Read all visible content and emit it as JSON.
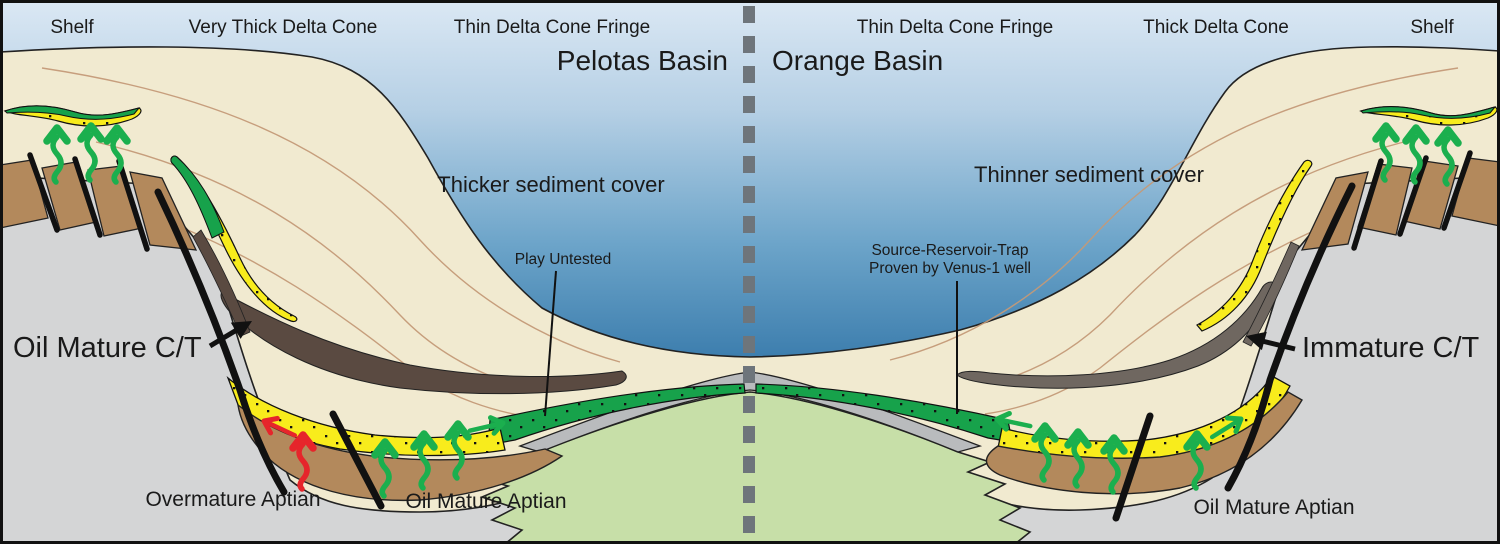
{
  "zones": {
    "left": [
      "Shelf",
      "Very Thick Delta Cone",
      "Thin Delta Cone Fringe"
    ],
    "right": [
      "Thin Delta Cone Fringe",
      "Thick Delta Cone",
      "Shelf"
    ]
  },
  "basins": {
    "left": "Pelotas Basin",
    "right": "Orange Basin"
  },
  "annotations": {
    "thicker_cover": "Thicker sediment cover",
    "thinner_cover": "Thinner sediment cover",
    "play_untested": "Play Untested",
    "venus_line1": "Source-Reservoir-Trap",
    "venus_line2": "Proven by Venus-1 well",
    "oil_mature_ct": "Oil Mature C/T",
    "immature_ct": "Immature C/T",
    "overmature_aptian": "Overmature Aptian",
    "oil_mature_aptian_left": "Oil Mature Aptian",
    "oil_mature_aptian_right": "Oil Mature Aptian"
  },
  "palette": {
    "water_top": "#dbe8f4",
    "water_deep": "#1a5c8e",
    "sediment_cream": "#f1ead0",
    "contour_tan": "#c49a78",
    "basement_gray": "#d4d5d6",
    "volcanic_green": "#c7dfa8",
    "transition_gray": "#b9bbbd",
    "source_green": "#17a24b",
    "source_yellow": "#f8ec1c",
    "mature_ct_brown": "#5a4a41",
    "immature_ct_gray": "#6f6760",
    "faulted_brown": "#b3895c",
    "fault_black": "#111111",
    "arrow_green": "#1baf4e",
    "arrow_red": "#e6252b",
    "divider_gray": "#6e757b"
  }
}
